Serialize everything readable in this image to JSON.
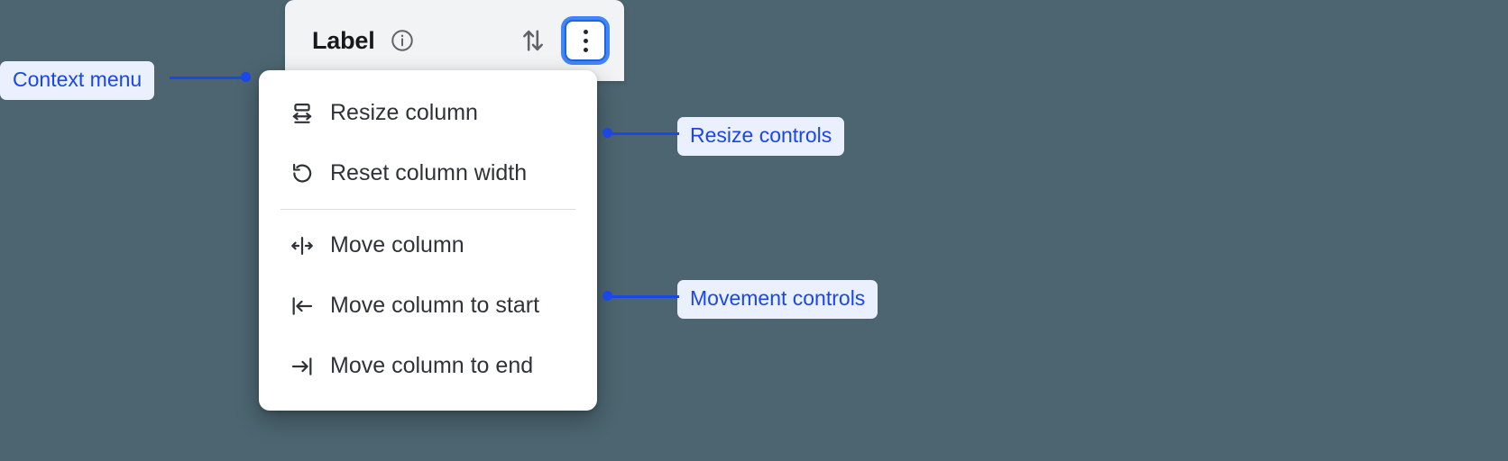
{
  "column_header": {
    "title": "Label",
    "info_icon": "info-circle-icon",
    "sort_icon": "sort-arrows-icon",
    "kebab_icon": "more-vertical-icon"
  },
  "context_menu": {
    "groups": [
      {
        "name": "resize",
        "items": [
          {
            "label": "Resize column",
            "icon": "resize-horizontal-icon"
          },
          {
            "label": "Reset column width",
            "icon": "reset-counterclockwise-icon"
          }
        ]
      },
      {
        "name": "movement",
        "items": [
          {
            "label": "Move column",
            "icon": "move-left-right-icon"
          },
          {
            "label": "Move column to start",
            "icon": "move-to-start-icon"
          },
          {
            "label": "Move column to end",
            "icon": "move-to-end-icon"
          }
        ]
      }
    ]
  },
  "annotations": [
    {
      "label": "Context menu"
    },
    {
      "label": "Resize controls"
    },
    {
      "label": "Movement controls"
    }
  ],
  "colors": {
    "background": "#4c6570",
    "header_card": "#f1f3f4",
    "menu_surface": "#ffffff",
    "annotation_text": "#1a47e8",
    "annotation_pill_bg": "#eaf0fe",
    "focus_ring": "#4285f4",
    "focus_border": "#1a64e8",
    "menu_text": "#2f3338",
    "divider": "#dadce0"
  }
}
